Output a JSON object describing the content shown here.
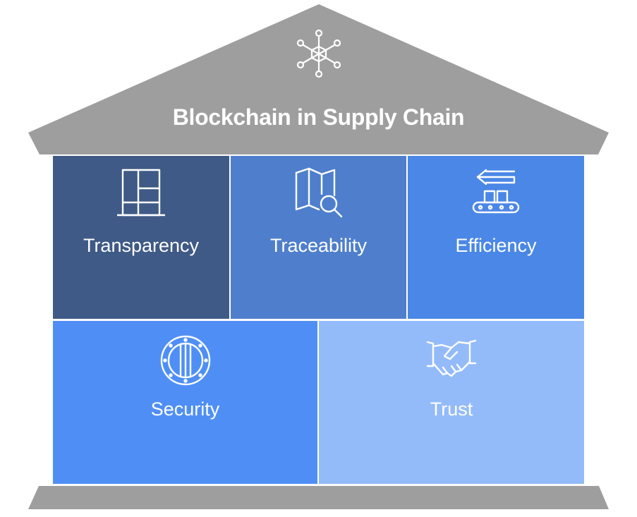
{
  "title": "Blockchain in Supply Chain",
  "roof_icon": "blockchain-network-icon",
  "colors": {
    "roof": "#9e9e9e",
    "base": "#9e9e9e",
    "transparency": "#3f5a86",
    "traceability": "#4f7fcc",
    "efficiency": "#4a87e6",
    "security": "#4f8ff5",
    "trust": "#94bbf9",
    "text": "#ffffff"
  },
  "pillars": [
    {
      "label": "Transparency",
      "icon": "window-icon"
    },
    {
      "label": "Traceability",
      "icon": "map-search-icon"
    },
    {
      "label": "Efficiency",
      "icon": "conveyor-belt-icon"
    },
    {
      "label": "Security",
      "icon": "vault-shield-icon"
    },
    {
      "label": "Trust",
      "icon": "handshake-icon"
    }
  ]
}
